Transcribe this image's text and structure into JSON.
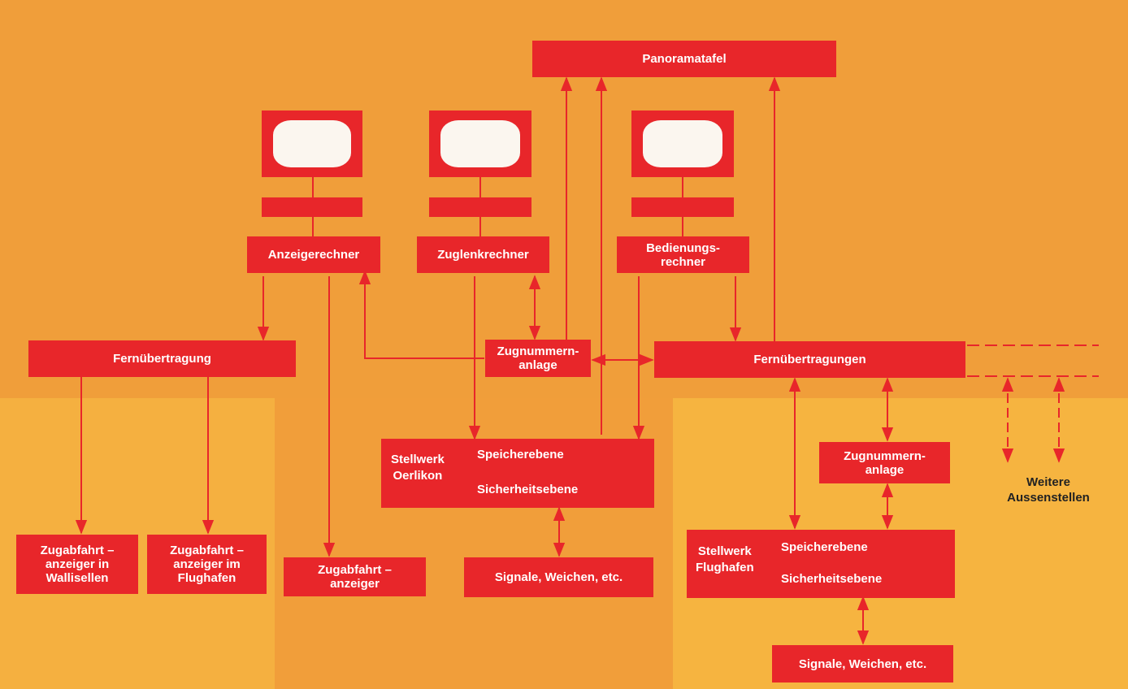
{
  "colors": {
    "background": "#f09e3a",
    "box": "#e8262a",
    "line": "#e8262a",
    "text": "#ffffff"
  },
  "nodes": {
    "panoramatafel": "Panoramatafel",
    "anzeigerechner": "Anzeigerechner",
    "zuglenkrechner": "Zuglenkrechner",
    "bedienungsrechner": "Bedienungs-\nrechner",
    "fernuebertragung": "Fernübertragung",
    "zugnummernanlage_center": "Zugnummern-\nanlage",
    "fernuebertragungen": "Fernübertragungen",
    "stellwerk_oerlikon": {
      "title": "Stellwerk\nOerlikon",
      "level1": "Speicherebene",
      "level2": "Sicherheitsebene"
    },
    "signale_center": "Signale, Weichen, etc.",
    "zugnummernanlage_right": "Zugnummern-\nanlage",
    "stellwerk_flughafen": {
      "title": "Stellwerk\nFlughafen",
      "level1": "Speicherebene",
      "level2": "Sicherheitsebene"
    },
    "signale_right": "Signale, Weichen, etc.",
    "zugabfahrt_wallisellen": "Zugabfahrt –\nanzeiger in\nWallisellen",
    "zugabfahrt_flughafen": "Zugabfahrt –\nanzeiger im\nFlughafen",
    "zugabfahrt_anzeiger": "Zugabfahrt –\nanzeiger",
    "weitere_aussenstellen": "Weitere\nAussenstellen"
  },
  "icons": [
    "monitor-icon",
    "monitor-icon",
    "monitor-icon"
  ]
}
